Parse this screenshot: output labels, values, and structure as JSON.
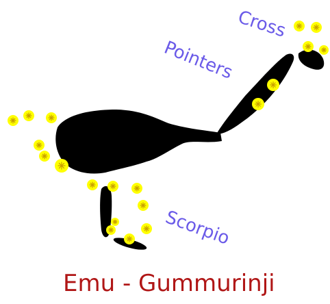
{
  "diagram": {
    "title": "Emu - Gummurinji",
    "labels": {
      "cross": "Cross",
      "pointers": "Pointers",
      "scorpio": "Scorpio"
    },
    "colors": {
      "background": "#ffffff",
      "silhouette": "#000000",
      "star_fill": "#ffff00",
      "star_mark": "#c8a000",
      "label": "#6a5ae8",
      "title": "#b01616"
    }
  }
}
